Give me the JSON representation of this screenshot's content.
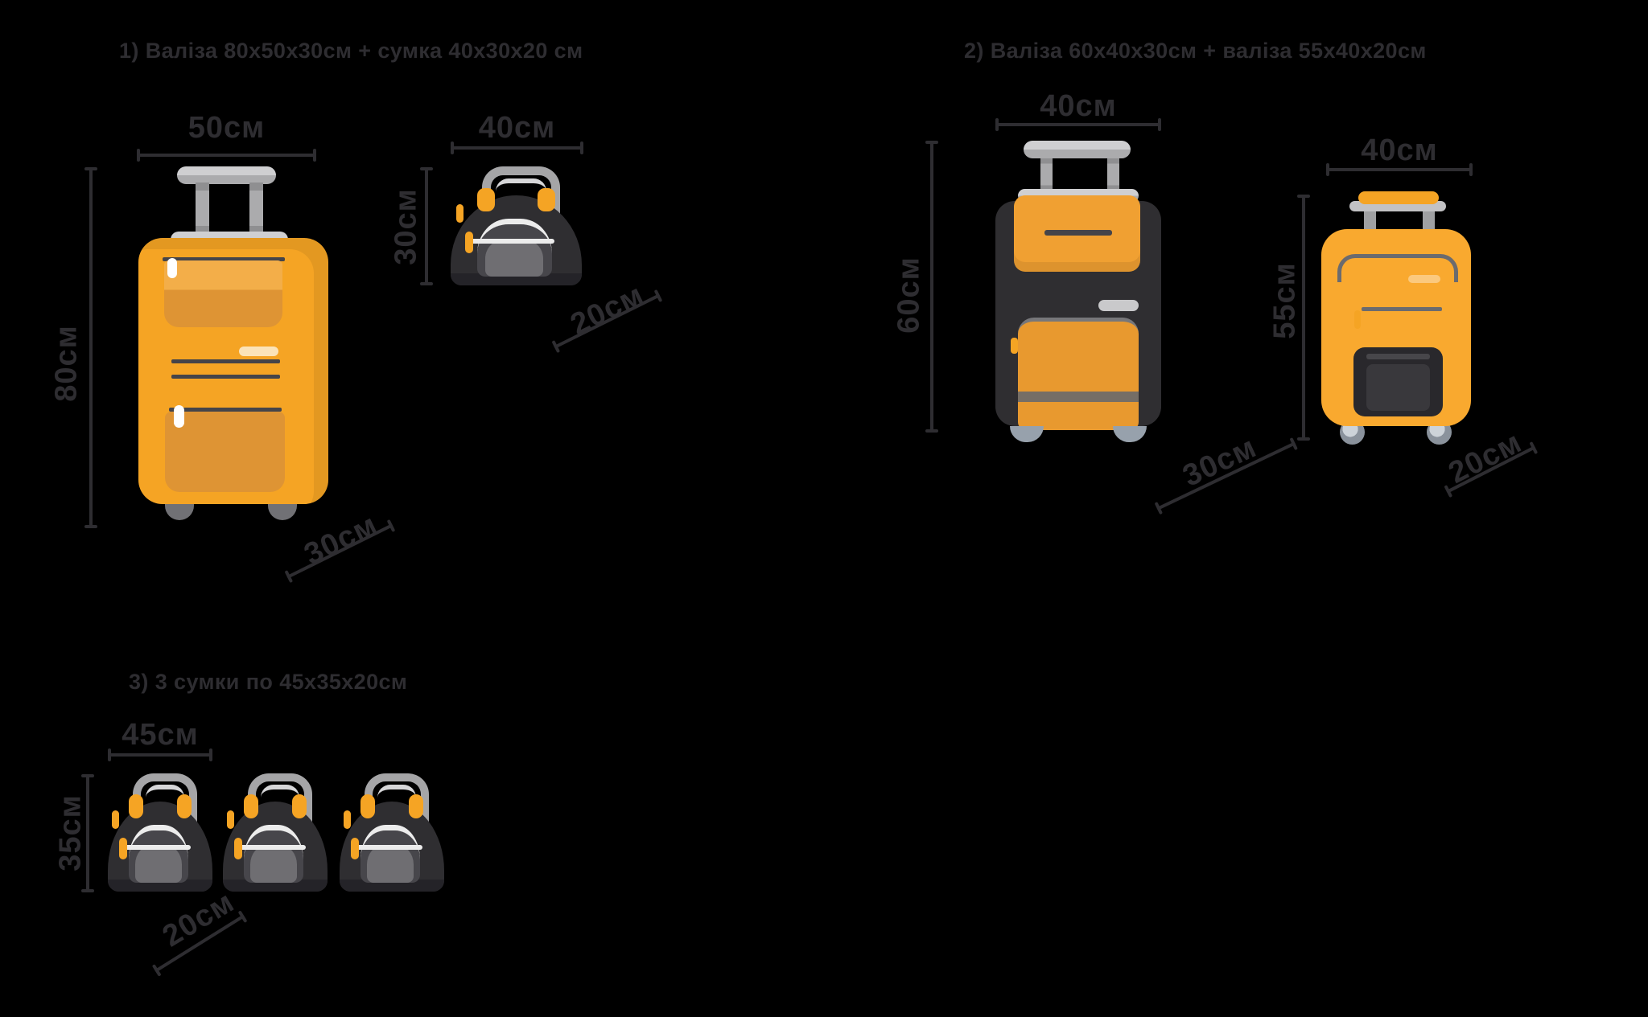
{
  "sections": {
    "one": {
      "title": "1) Валіза 80x50x30см  + сумка 40x30x20 см",
      "suitcase": {
        "width": "50см",
        "height": "80см",
        "depth": "30см"
      },
      "bag": {
        "width": "40см",
        "height": "30см",
        "depth": "20см"
      }
    },
    "two": {
      "title": "2) Валіза 60x40x30см   + валіза 55x40x20см",
      "suitcase_large": {
        "width": "40см",
        "height": "60см",
        "depth": "30см"
      },
      "suitcase_small": {
        "width": "40см",
        "height": "55см",
        "depth": "20см"
      }
    },
    "three": {
      "title": "3) 3 сумки по 45x35x20см",
      "bags": {
        "width": "45см",
        "height": "35см",
        "depth": "20см"
      }
    }
  },
  "colors": {
    "background": "#000000",
    "text": "#2E2D31",
    "orange": "#F5A424",
    "orange_dark": "#DE9434",
    "charcoal": "#2F2E31",
    "handle_gray": "#A5A5A7",
    "wheel_blue_gray": "#97A1AC"
  }
}
